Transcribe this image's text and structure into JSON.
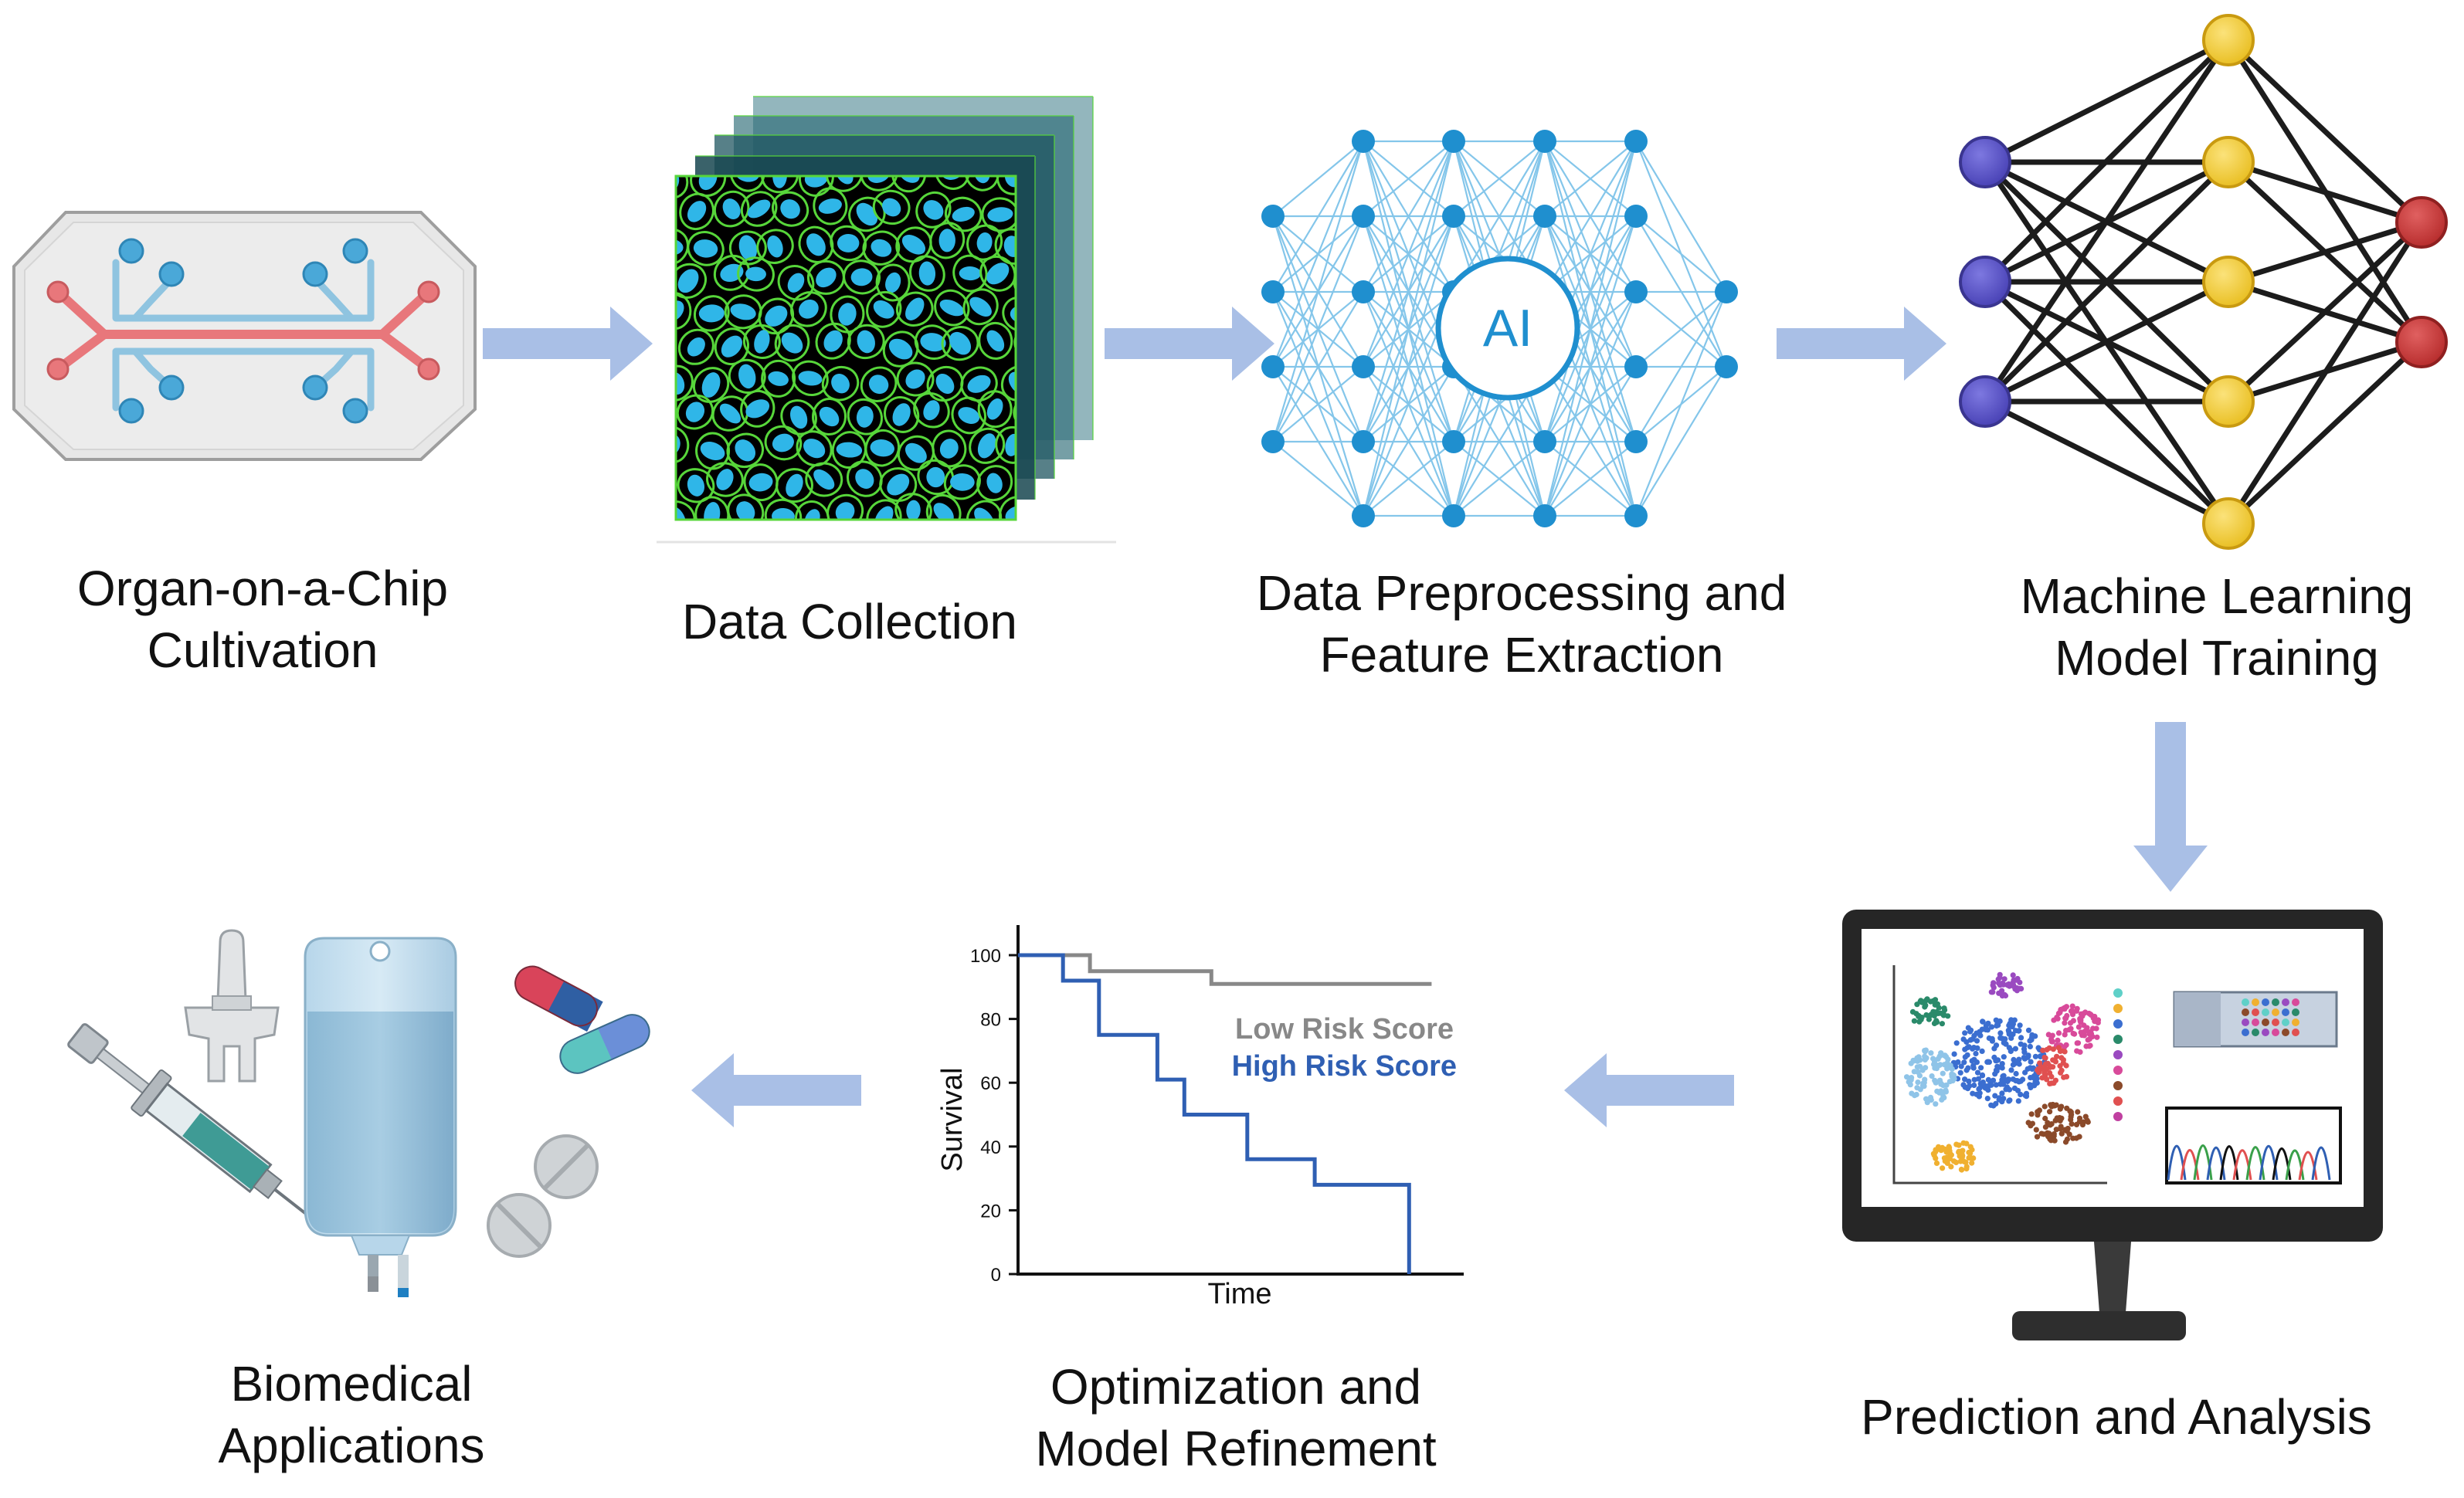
{
  "steps": {
    "chip": {
      "line1": "Organ-on-a-Chip",
      "line2": "Cultivation"
    },
    "collection": {
      "line1": "Data Collection"
    },
    "preprocessing": {
      "line1": "Data Preprocessing and",
      "line2": "Feature Extraction",
      "ai_badge": "AI"
    },
    "training": {
      "line1": "Machine Learning",
      "line2": "Model Training"
    },
    "prediction": {
      "line1": "Prediction and Analysis"
    },
    "optimization": {
      "line1": "Optimization and",
      "line2": "Model Refinement"
    },
    "applications": {
      "line1": "Biomedical",
      "line2": "Applications"
    }
  },
  "colors": {
    "arrow": "#a9bfe6",
    "chip_channel_red": "#e8777b",
    "chip_channel_blue": "#8fc4e0",
    "nucleus": "#2fb6e8",
    "membrane": "#57d63a",
    "net_blue": "#2a8fd0",
    "input_node": "#5b55c8",
    "hidden_node": "#f2cf3d",
    "output_node": "#cc3b3b",
    "low_risk": "#888888",
    "high_risk": "#2f5fb3"
  },
  "chart_data": {
    "type": "line",
    "title": "",
    "xlabel": "Time",
    "ylabel": "Survival",
    "ylim": [
      0,
      100
    ],
    "yticks": [
      0,
      20,
      40,
      60,
      80,
      100
    ],
    "series": [
      {
        "name": "Low Risk Score",
        "color": "#888888",
        "steps": [
          [
            0,
            100
          ],
          [
            16,
            100
          ],
          [
            16,
            95
          ],
          [
            43,
            95
          ],
          [
            43,
            91
          ],
          [
            92,
            91
          ]
        ]
      },
      {
        "name": "High Risk Score",
        "color": "#2f5fb3",
        "steps": [
          [
            0,
            100
          ],
          [
            10,
            100
          ],
          [
            10,
            92
          ],
          [
            18,
            92
          ],
          [
            18,
            75
          ],
          [
            31,
            75
          ],
          [
            31,
            61
          ],
          [
            37,
            61
          ],
          [
            37,
            50
          ],
          [
            51,
            50
          ],
          [
            51,
            36
          ],
          [
            66,
            36
          ],
          [
            66,
            28
          ],
          [
            87,
            28
          ],
          [
            87,
            0
          ]
        ]
      }
    ]
  }
}
